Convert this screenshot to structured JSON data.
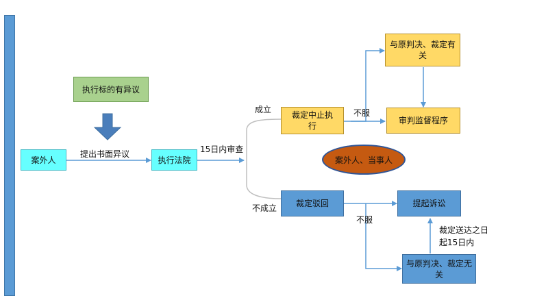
{
  "nodes": {
    "objection": "执行标的有异议",
    "outsider": "案外人",
    "court": "执行法院",
    "suspend": "裁定中止执行",
    "related": "与原判决、裁定有关",
    "retrial": "审判监督程序",
    "parties": "案外人、当事人",
    "reject": "裁定驳回",
    "lawsuit": "提起诉讼",
    "unrelated": "与原判决、裁定无关"
  },
  "edge_labels": {
    "submit": "提出书面异议",
    "review": "15日内审查",
    "established": "成立",
    "not_established": "不成立",
    "disagree_top": "不服",
    "disagree_bottom": "不服",
    "deadline": "裁定送达之日起15日内"
  },
  "colors": {
    "line": "#5b9bd5",
    "arrow_fill": "#4a7ebb",
    "cyan": "#66ffff",
    "yellow": "#ffd966",
    "blue": "#5b9bd5",
    "green": "#a9d18e",
    "ellipse": "#c55a11"
  }
}
